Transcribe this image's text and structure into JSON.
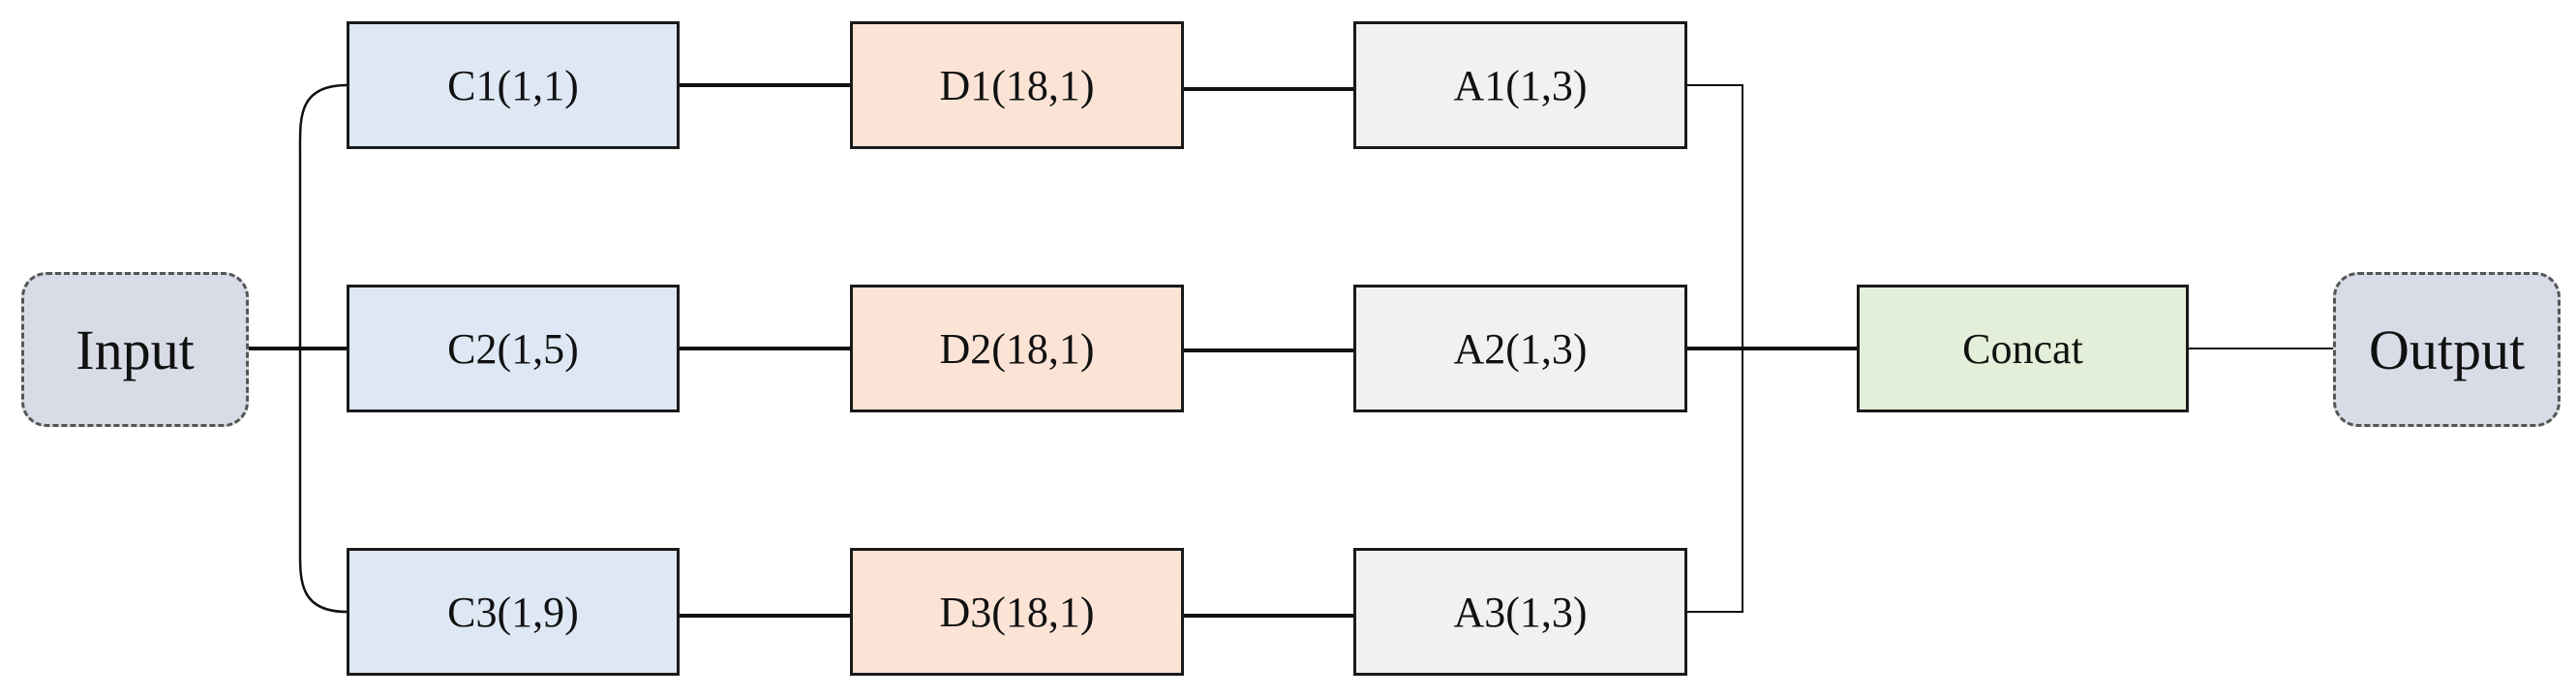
{
  "colors": {
    "conv": "#dee8f4",
    "dilated": "#fbe4d6",
    "attention": "#f1f1f1",
    "concat": "#e3efd9",
    "io": "#d8dce6",
    "stroke": "#1a1a1a"
  },
  "input": {
    "label": "Input"
  },
  "output": {
    "label": "Output"
  },
  "concat": {
    "label": "Concat"
  },
  "branches": [
    {
      "conv": "C1(1,1)",
      "dilated": "D1(18,1)",
      "attention": "A1(1,3)"
    },
    {
      "conv": "C2(1,5)",
      "dilated": "D2(18,1)",
      "attention": "A2(1,3)"
    },
    {
      "conv": "C3(1,9)",
      "dilated": "D3(18,1)",
      "attention": "A3(1,3)"
    }
  ]
}
